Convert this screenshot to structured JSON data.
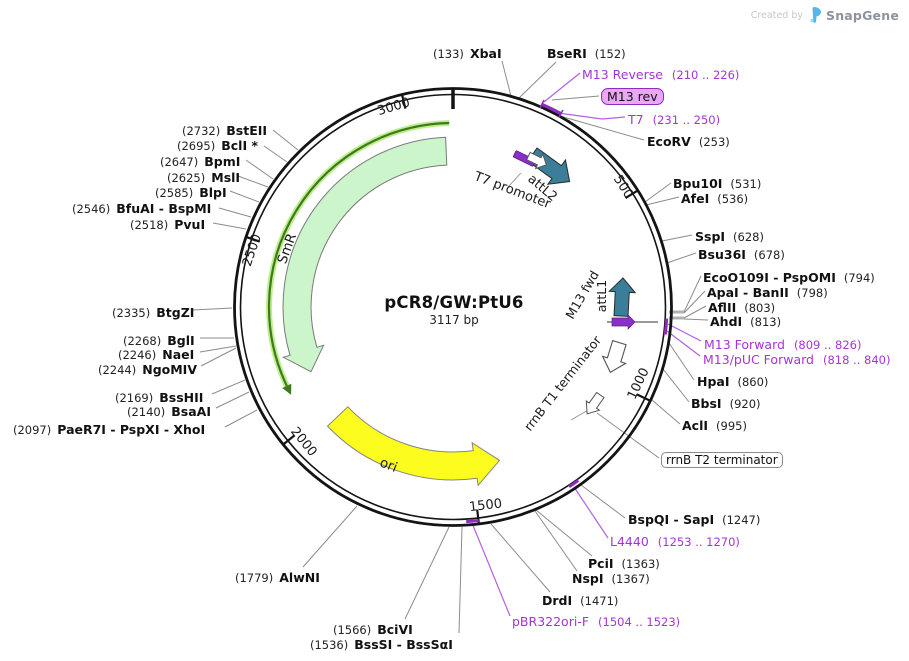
{
  "badge": {
    "created_by": "Created by",
    "brand": "SnapGene"
  },
  "plasmid": {
    "name": "pCR8/GW:PtU6",
    "size": "3117 bp"
  },
  "ticks": [
    "500",
    "1000",
    "1500",
    "2000",
    "2500",
    "3000"
  ],
  "features": {
    "smr": "SmR",
    "ori": "ori",
    "attl2": "attL2",
    "t7_promoter": "T7 promoter",
    "attl1": "attL1",
    "m13_fwd": "M13 fwd",
    "rrnb_t1": "rrnB T1 terminator",
    "rrnb_t2": "rrnB T2 terminator",
    "m13_rev": "M13 rev"
  },
  "enzymes": {
    "pos_first": [
      {
        "pos": "(133)",
        "name": "XbaI"
      },
      {
        "pos": "(1779)",
        "name": "AlwNI"
      },
      {
        "pos": "(1566)",
        "name": "BciVI"
      },
      {
        "pos": "(1536)",
        "name": "BssSI - BssSαI"
      },
      {
        "pos": "(2097)",
        "name": "PaeR7I - PspXI - XhoI"
      },
      {
        "pos": "(2140)",
        "name": "BsaAI"
      },
      {
        "pos": "(2169)",
        "name": "BssHII"
      },
      {
        "pos": "(2244)",
        "name": "NgoMIV"
      },
      {
        "pos": "(2246)",
        "name": "NaeI"
      },
      {
        "pos": "(2268)",
        "name": "BglI"
      },
      {
        "pos": "(2335)",
        "name": "BtgZI"
      },
      {
        "pos": "(2518)",
        "name": "PvuI"
      },
      {
        "pos": "(2546)",
        "name": "BfuAI - BspMI"
      },
      {
        "pos": "(2585)",
        "name": "BlpI"
      },
      {
        "pos": "(2625)",
        "name": "MslI"
      },
      {
        "pos": "(2647)",
        "name": "BpmI"
      },
      {
        "pos": "(2695)",
        "name": "BclI *"
      },
      {
        "pos": "(2732)",
        "name": "BstEII"
      }
    ],
    "name_first": [
      {
        "name": "BseRI",
        "pos": "(152)"
      },
      {
        "name": "EcoRV",
        "pos": "(253)"
      },
      {
        "name": "Bpu10I",
        "pos": "(531)"
      },
      {
        "name": "AfeI",
        "pos": "(536)"
      },
      {
        "name": "SspI",
        "pos": "(628)"
      },
      {
        "name": "Bsu36I",
        "pos": "(678)"
      },
      {
        "name": "EcoO109I - PspOMI",
        "pos": "(794)"
      },
      {
        "name": "ApaI - BanII",
        "pos": "(798)"
      },
      {
        "name": "AflII",
        "pos": "(803)"
      },
      {
        "name": "AhdI",
        "pos": "(813)"
      },
      {
        "name": "HpaI",
        "pos": "(860)"
      },
      {
        "name": "BbsI",
        "pos": "(920)"
      },
      {
        "name": "AclI",
        "pos": "(995)"
      },
      {
        "name": "BspQI - SapI",
        "pos": "(1247)"
      },
      {
        "name": "PciI",
        "pos": "(1363)"
      },
      {
        "name": "NspI",
        "pos": "(1367)"
      },
      {
        "name": "DrdI",
        "pos": "(1471)"
      }
    ]
  },
  "primers": [
    {
      "name": "M13 Reverse",
      "range": "(210 .. 226)"
    },
    {
      "name": "T7",
      "range": "(231 .. 250)"
    },
    {
      "name": "M13 Forward",
      "range": "(809 .. 826)"
    },
    {
      "name": "M13/pUC Forward",
      "range": "(818 .. 840)"
    },
    {
      "name": "L4440",
      "range": "(1253 .. 1270)"
    },
    {
      "name": "pBR322ori-F",
      "range": "(1504 .. 1523)"
    }
  ],
  "colors": {
    "primer_purple": "#a335d8",
    "primer_glyph": "#8b2fc9",
    "feature_teal": "#3a7e99",
    "smr_fill": "#ccf5cb",
    "ori_fill": "#fcfc1e",
    "gene_arc_green": "#3c7a1d",
    "primer_box_fill": "#e9a7f5"
  }
}
